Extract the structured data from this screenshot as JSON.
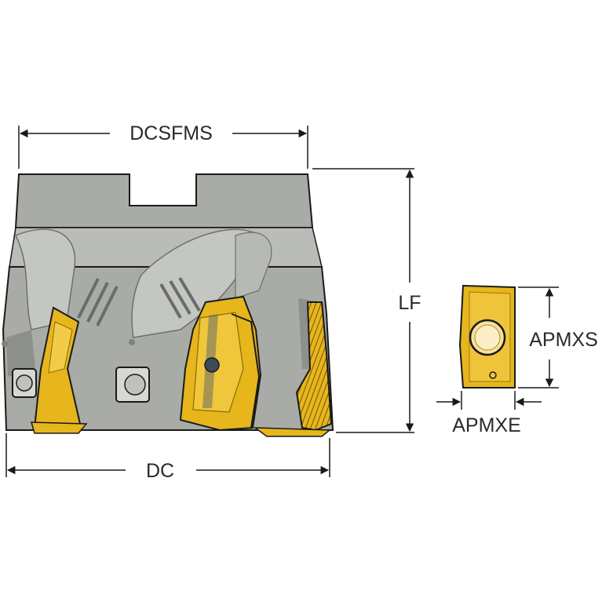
{
  "labels": {
    "dcsfms": "DCSFMS",
    "lf": "LF",
    "dc": "DC",
    "apmxs": "APMXS",
    "apmxe": "APMXE"
  },
  "colors": {
    "body": "#a9aba7",
    "body_dark": "#7f817d",
    "body_light": "#c9cbc7",
    "insert": "#e6b61c",
    "insert_dark": "#b48a0a",
    "outline": "#1a1a1a"
  }
}
